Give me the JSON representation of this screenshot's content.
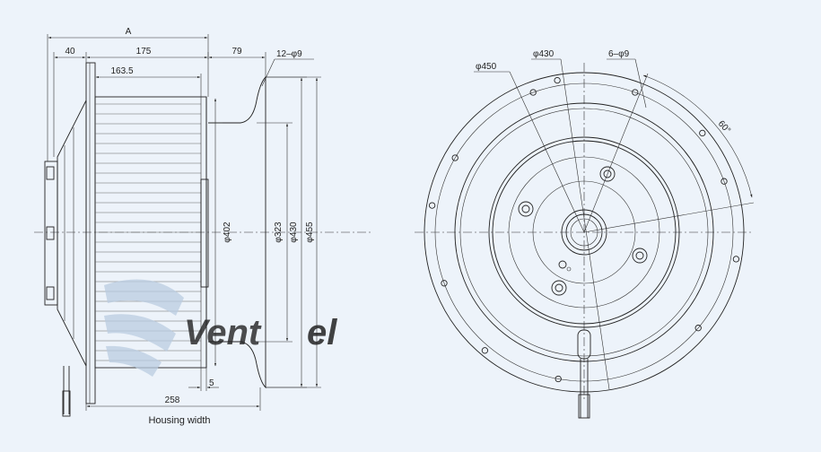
{
  "side_view": {
    "dims_top": {
      "A": "A",
      "d40": "40",
      "d175": "175",
      "d163": "163.5",
      "d79": "79",
      "holes": "12–φ9"
    },
    "dims_vertical": {
      "d402": "φ402",
      "d323": "φ323",
      "d430": "φ430",
      "d455": "φ455"
    },
    "dims_bottom": {
      "d5": "5",
      "d258": "258"
    },
    "housing_label": "Housing width"
  },
  "front_view": {
    "d450": "φ450",
    "d430": "φ430",
    "holes": "6–φ9",
    "angle": "60°"
  },
  "watermark": {
    "part1": "Vent",
    "part2": "el"
  },
  "colors": {
    "background": "#edf3fa",
    "line": "#222222",
    "watermark_gray": "#b9cce0",
    "watermark_blue": "#4aa3df"
  }
}
